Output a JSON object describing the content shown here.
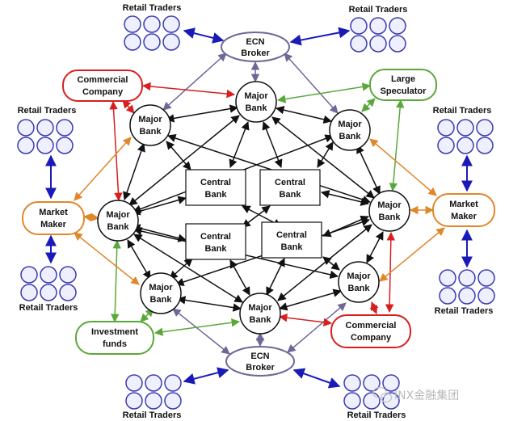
{
  "nodes": {
    "ecn_top": [
      "ECN",
      "Broker"
    ],
    "ecn_bottom": [
      "ECN",
      "Broker"
    ],
    "major_bank": [
      "Major",
      "Bank"
    ],
    "central_bank": [
      "Central",
      "Bank"
    ],
    "commercial_company": [
      "Commercial",
      "Company"
    ],
    "large_speculator": [
      "Large",
      "Speculator"
    ],
    "market_maker": [
      "Market",
      "Maker"
    ],
    "investment_funds": [
      "Investment",
      "funds"
    ]
  },
  "retail_traders_label": "Retail Traders",
  "watermark": "INX金融集团",
  "colors": {
    "black": "#111111",
    "blue": "#1a1ab8",
    "red": "#d81e1e",
    "green": "#5aa83a",
    "orange": "#e0872a",
    "grey_purple": "#6f6896",
    "retail_circle": "#3a3ab0",
    "retail_fill": "#eef0ff",
    "commercial_border": "#d81e1e",
    "speculator_border": "#5aa83a",
    "market_maker_border": "#e0872a",
    "funds_border": "#5aa83a"
  }
}
